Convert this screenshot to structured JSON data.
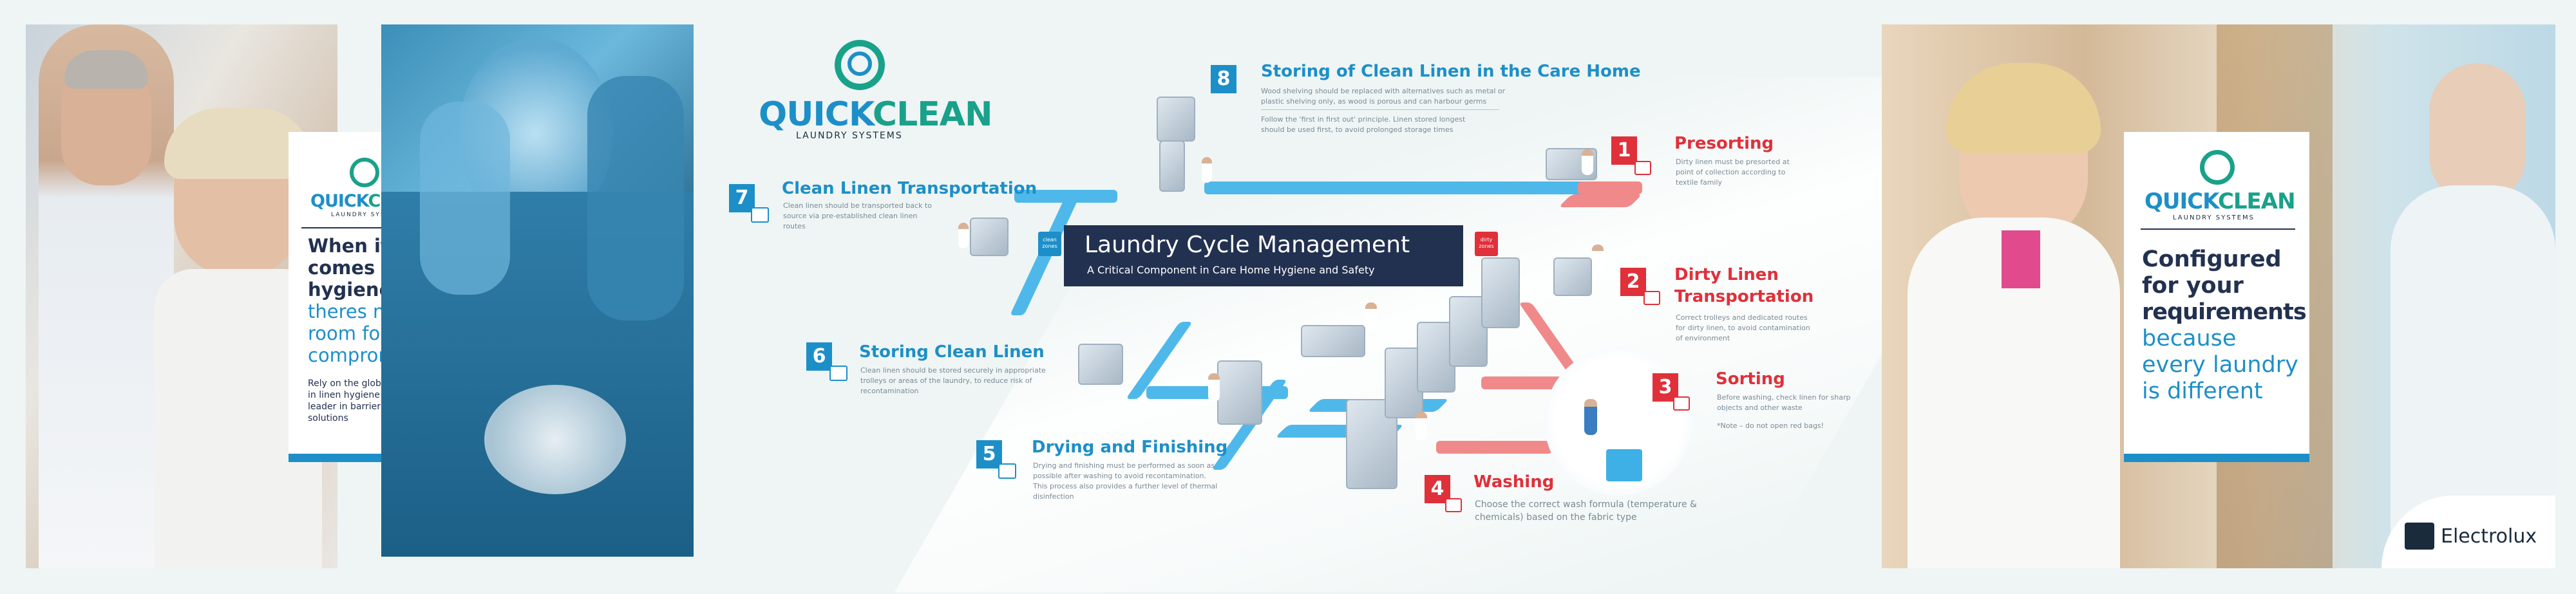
{
  "left_panel": {
    "brand": {
      "quick": "QUICK",
      "clean": "CLEAN",
      "sub": "LAUNDRY SYSTEMS"
    },
    "headline_1": "When it",
    "headline_2": "comes to",
    "headline_3": "hygiene,",
    "headline_4": "theres no",
    "headline_5": "room for",
    "headline_6": "compromise.",
    "body": "Rely on the global expert in linen hygiene and the leader in barrier laundry solutions"
  },
  "center": {
    "brand": {
      "quick": "QUICK",
      "clean": "CLEAN",
      "sub": "LAUNDRY SYSTEMS"
    },
    "title": "Laundry Cycle Management",
    "subtitle": "A Critical Component in Care Home Hygiene and Safety",
    "tag_clean": "clean zones",
    "tag_dirty": "dirty zones",
    "steps": [
      {
        "num": "1",
        "title": "Presorting",
        "desc": "Dirty linen must be presorted at point of collection according to textile family"
      },
      {
        "num": "2",
        "title": "Dirty Linen",
        "title2": "Transportation",
        "desc": "Correct trolleys and dedicated routes for dirty linen, to avoid contamination of environment"
      },
      {
        "num": "3",
        "title": "Sorting",
        "desc": "Before washing, check linen for sharp objects and other waste",
        "note": "*Note – do not open red bags!"
      },
      {
        "num": "4",
        "title": "Washing",
        "desc": "Choose the correct wash formula (temperature & chemicals) based on the fabric type"
      },
      {
        "num": "5",
        "title": "Drying and Finishing",
        "desc": "Drying and finishing must be performed as soon as possible after washing to avoid recontamination. This process also provides a further level of thermal disinfection"
      },
      {
        "num": "6",
        "title": "Storing Clean Linen",
        "desc": "Clean linen should be stored securely in appropriate trolleys or areas of the laundry, to reduce risk of recontamination"
      },
      {
        "num": "7",
        "title": "Clean Linen Transportation",
        "desc": "Clean linen should be transported back to source via pre-established clean linen routes"
      },
      {
        "num": "8",
        "title": "Storing of Clean Linen in the Care Home",
        "desc": "Wood shelving should be replaced with alternatives such as metal or plastic shelving only, as wood is porous and can harbour germs",
        "desc2": "Follow the 'first in first out' principle. Linen stored longest should be used first, to avoid prolonged storage times"
      }
    ]
  },
  "right_panel": {
    "brand": {
      "quick": "QUICK",
      "clean": "CLEAN",
      "sub": "LAUNDRY SYSTEMS"
    },
    "headline_1": "Configured",
    "headline_2": "for your",
    "headline_3": "requirements",
    "headline_4": "because",
    "headline_5": "every laundry",
    "headline_6": "is different",
    "electrolux": "Electrolux"
  },
  "colors": {
    "blue": "#1d8fc8",
    "teal": "#1aa18a",
    "red": "#e0303a",
    "navy": "#223150",
    "pipe_blue": "#4fb8ea",
    "pipe_red": "#f08a8a"
  }
}
